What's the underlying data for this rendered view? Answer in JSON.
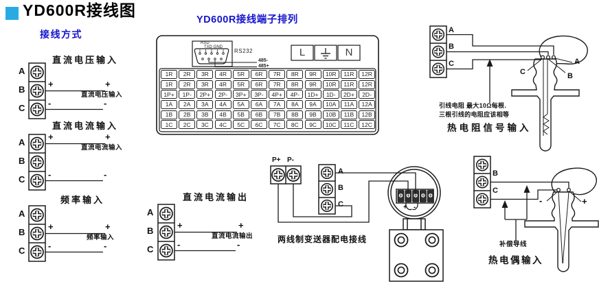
{
  "title": "YD600R接线图",
  "colors": {
    "accent_blue": "#29ABE2",
    "heading_blue": "#1414CC",
    "line": "#1A1A1A"
  },
  "left_panel": {
    "heading": "接线方式",
    "sections": [
      {
        "title": "直流电压输入",
        "terminals": [
          "A",
          "B",
          "C"
        ],
        "plus": "+",
        "minus": "-",
        "wire_label": "直流电压输入"
      },
      {
        "title": "直流电流输入",
        "terminals": [
          "A",
          "B",
          "C"
        ],
        "plus": "+",
        "minus": "-",
        "wire_label": "直流电流输入"
      },
      {
        "title": "频率输入",
        "terminals": [
          "A",
          "B",
          "C"
        ],
        "plus": "+",
        "minus": "-",
        "wire_label": "频率输入"
      },
      {
        "title": "直流电流输出",
        "terminals": [
          "A",
          "B",
          "C"
        ],
        "plus": "+",
        "minus": "-",
        "wire_label": "直流电流输出"
      }
    ]
  },
  "terminal_panel": {
    "title": "YD600R接线端子排列",
    "rs232_label": "RS232",
    "db9_pin_labels": [
      "RXD",
      "TXD GND"
    ],
    "rs485_labels": [
      "485-",
      "485+"
    ],
    "power_terminals": {
      "live": "L",
      "neutral": "N",
      "ground_icon": "earth-ground"
    },
    "grid": [
      [
        "1R",
        "2R",
        "3R",
        "4R",
        "5R",
        "6R",
        "7R",
        "8R",
        "9R",
        "10R",
        "11R",
        "12R"
      ],
      [
        "1R",
        "2R",
        "3R",
        "4R",
        "5R",
        "6R",
        "7R",
        "8R",
        "9R",
        "10R",
        "11R",
        "12R"
      ],
      [
        "1P+",
        "1P-",
        "2P+",
        "2P-",
        "3P+",
        "3P-",
        "4P+",
        "4P-",
        "1D+",
        "1D-",
        "2D+",
        "2D-"
      ],
      [
        "1A",
        "2A",
        "3A",
        "4A",
        "5A",
        "6A",
        "7A",
        "8A",
        "9A",
        "10A",
        "11A",
        "12A"
      ],
      [
        "1B",
        "2B",
        "3B",
        "4B",
        "5B",
        "6B",
        "7B",
        "8B",
        "9B",
        "10B",
        "11B",
        "12B"
      ],
      [
        "1C",
        "2C",
        "3C",
        "4C",
        "5C",
        "6C",
        "7C",
        "8C",
        "9C",
        "10C",
        "11C",
        "12C"
      ]
    ]
  },
  "transmitter_section": {
    "p_plus": "P+",
    "p_minus": "P-",
    "terminals": [
      "A",
      "B",
      "C"
    ],
    "term_plus": "+",
    "term_minus": "-",
    "caption": "两线制变送器配电接线"
  },
  "rtd_section": {
    "terminals": [
      "A",
      "B",
      "C"
    ],
    "probe_points": [
      "C",
      "B",
      "A"
    ],
    "note_line1": "引线电阻 最大10Ω每根.",
    "note_line2": "三根引线的电阻应该相等",
    "caption": "热电阻信号输入"
  },
  "tc_section": {
    "terminals": [
      "B",
      "C"
    ],
    "probe_plus": "+",
    "probe_minus": "-",
    "comp_wire_label": "补偿导线",
    "caption": "热电偶输入"
  }
}
